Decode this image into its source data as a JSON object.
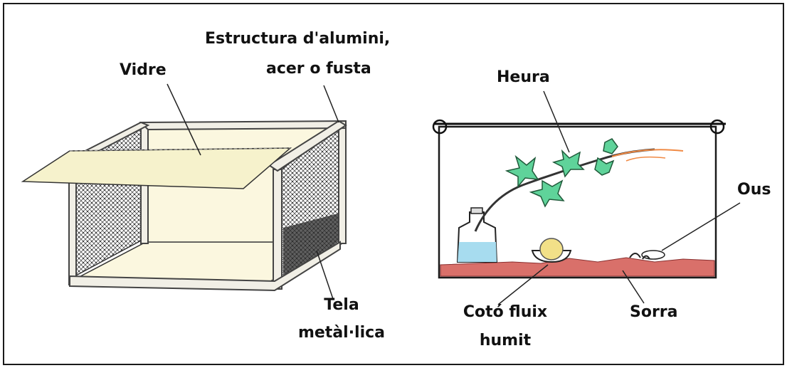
{
  "left_panel": {
    "labels": {
      "structure_line1": "Estructura d'alumini,",
      "structure_line2": "acer o fusta",
      "glass": "Vidre",
      "mesh_line1": "Tela",
      "mesh_line2": "metàl·lica"
    }
  },
  "right_panel": {
    "labels": {
      "ivy": "Heura",
      "eggs": "Ous",
      "cotton_line1": "Cotó fluix",
      "cotton_line2": "humit",
      "sand": "Sorra"
    }
  },
  "colors": {
    "glass": "#f6f2cc",
    "sand": "#d9706a",
    "leaf": "#5fd39a",
    "water": "#a7dcef",
    "cotton": "#f2e088"
  }
}
